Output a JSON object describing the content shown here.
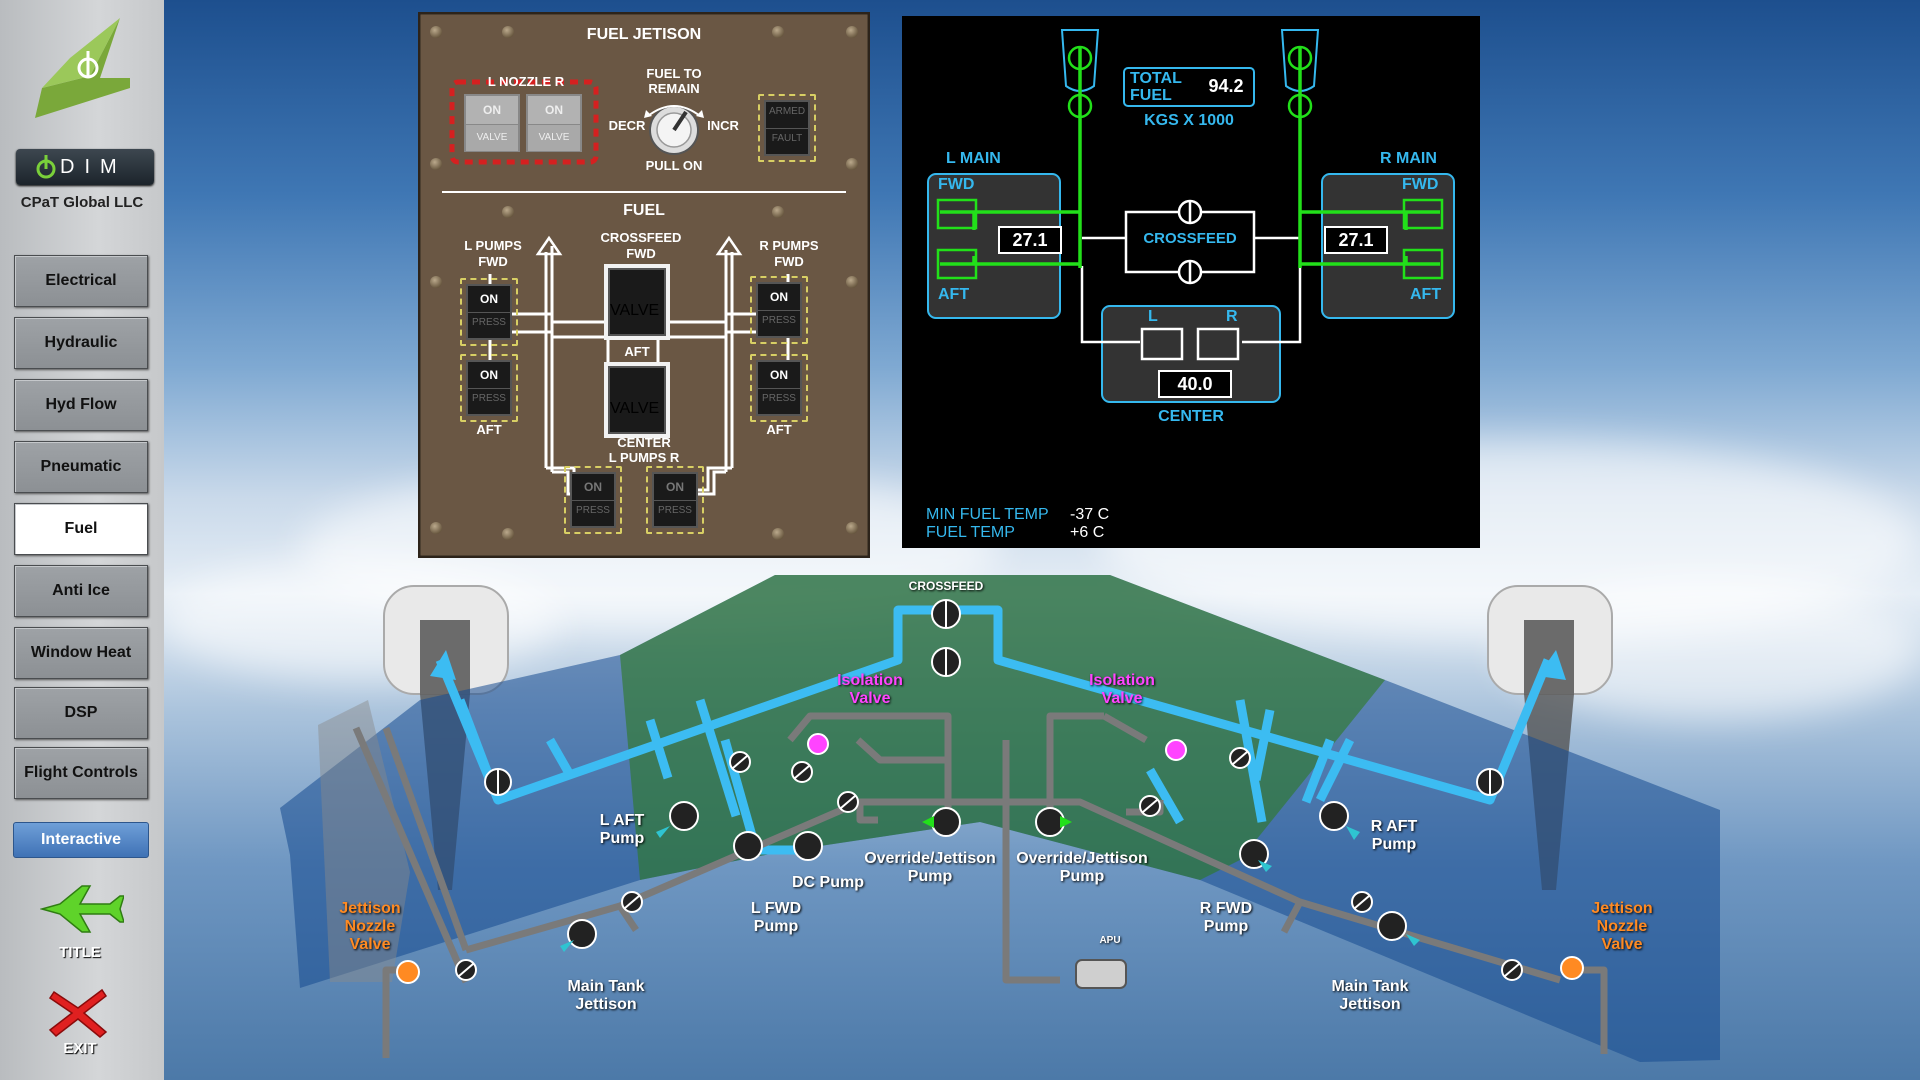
{
  "sidebar": {
    "dim_label": "DIM",
    "company": "CPaT Global LLC",
    "items": [
      {
        "label": "Electrical",
        "active": false
      },
      {
        "label": "Hydraulic",
        "active": false
      },
      {
        "label": "Hyd Flow",
        "active": false
      },
      {
        "label": "Pneumatic",
        "active": false
      },
      {
        "label": "Fuel",
        "active": true
      },
      {
        "label": "Anti Ice",
        "active": false
      },
      {
        "label": "Window Heat",
        "active": false
      },
      {
        "label": "DSP",
        "active": false
      },
      {
        "label": "Flight Controls",
        "active": false
      }
    ],
    "interactive_label": "Interactive",
    "title_label": "TITLE",
    "exit_label": "EXIT"
  },
  "overhead": {
    "jettison_title": "FUEL JETISON",
    "nozzle_label": "L  NOZZLE  R",
    "nozzle_l_on": "ON",
    "nozzle_l_valve": "VALVE",
    "nozzle_r_on": "ON",
    "nozzle_r_valve": "VALVE",
    "fuel_to_remain": "FUEL TO REMAIN",
    "decr": "DECR",
    "incr": "INCR",
    "pull_on": "PULL ON",
    "armed": "ARMED",
    "fault": "FAULT",
    "fuel_title": "FUEL",
    "l_pumps_fwd": "L PUMPS FWD",
    "r_pumps_fwd": "R PUMPS FWD",
    "crossfeed_fwd": "CROSSFEED FWD",
    "aft": "AFT",
    "aft_l": "AFT",
    "aft_r": "AFT",
    "center_pumps": "CENTER",
    "center_pumps_lr": "L    PUMPS    R",
    "on": "ON",
    "press": "PRESS",
    "valve": "VALVE"
  },
  "eicas": {
    "total_fuel_label": "TOTAL FUEL",
    "total_fuel_value": "94.2",
    "units": "KGS X 1000",
    "l_main": "L MAIN",
    "r_main": "R MAIN",
    "fwd": "FWD",
    "aft": "AFT",
    "l_main_value": "27.1",
    "r_main_value": "27.1",
    "crossfeed": "CROSSFEED",
    "center_l": "L",
    "center_r": "R",
    "center_value": "40.0",
    "center": "CENTER",
    "min_fuel_temp_label": "MIN FUEL TEMP",
    "min_fuel_temp_value": "-37 C",
    "fuel_temp_label": "FUEL TEMP",
    "fuel_temp_value": "+6 C"
  },
  "schematic": {
    "crossfeed": "CROSSFEED",
    "isolation_valve_l": "Isolation Valve",
    "isolation_valve_r": "Isolation Valve",
    "l_aft_pump": "L AFT Pump",
    "r_aft_pump": "R AFT Pump",
    "dc_pump": "DC Pump",
    "l_fwd_pump": "L FWD Pump",
    "r_fwd_pump": "R FWD Pump",
    "override_jettison_l": "Override/Jettison Pump",
    "override_jettison_r": "Override/Jettison Pump",
    "jettison_nozzle_l": "Jettison Nozzle Valve",
    "jettison_nozzle_r": "Jettison Nozzle Valve",
    "main_tank_jettison_l": "Main Tank Jettison",
    "main_tank_jettison_r": "Main Tank Jettison",
    "apu": "APU"
  },
  "colors": {
    "eicas_cyan": "#35b8ee",
    "flow_green": "#22e01a",
    "fuel_line_blue": "#3cbcf2",
    "line_gray": "#7a7a7a",
    "nozzle_orange": "#ff8a22",
    "isolation_magenta": "#ff44ff"
  }
}
